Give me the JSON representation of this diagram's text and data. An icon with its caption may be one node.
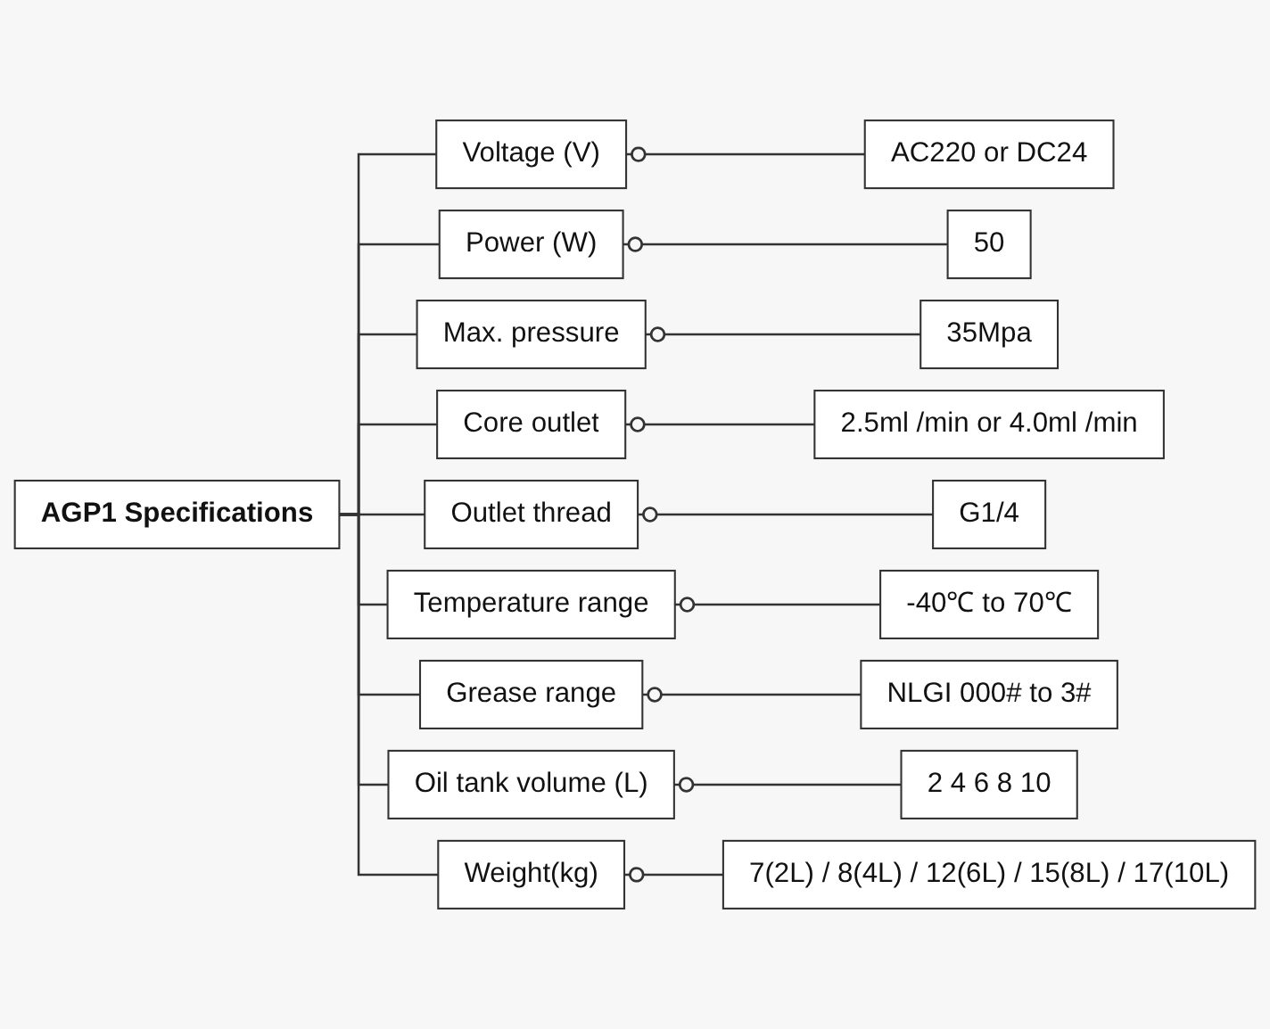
{
  "diagram": {
    "nodes": [
      {
        "text": [
          "AGP1 Specifications"
        ]
      },
      {
        "text": [
          "Voltage (V)"
        ]
      },
      {
        "text": [
          "AC220 or DC24"
        ]
      },
      {
        "text": [
          "Power (W)"
        ]
      },
      {
        "text": [
          "50"
        ]
      },
      {
        "text": [
          "Max. pressure"
        ]
      },
      {
        "text": [
          "35Mpa"
        ]
      },
      {
        "text": [
          "Core outlet"
        ]
      },
      {
        "text": [
          "2.5ml /min or 4.0ml /min"
        ]
      },
      {
        "text": [
          "Outlet thread"
        ]
      },
      {
        "text": [
          "G1/4"
        ]
      },
      {
        "text": [
          "Temperature range"
        ]
      },
      {
        "text": [
          "-40℃ to 70℃"
        ]
      },
      {
        "text": [
          "Grease range"
        ]
      },
      {
        "text": [
          "NLGI 000# to 3#"
        ]
      },
      {
        "text": [
          "Oil tank volume (L)"
        ]
      },
      {
        "text": [
          "2 4 6 8 10"
        ]
      },
      {
        "text": [
          "Weight(kg)"
        ]
      },
      {
        "text": [
          "7(2L) / 8(4L) / 12(6L) / 15(8L) / 17(10L)"
        ]
      }
    ],
    "edges": [
      {
        "from": 0,
        "to": 1,
        "arrow": "none"
      },
      {
        "from": 0,
        "to": 3,
        "arrow": "none"
      },
      {
        "from": 0,
        "to": 5,
        "arrow": "none"
      },
      {
        "from": 0,
        "to": 7,
        "arrow": "none"
      },
      {
        "from": 0,
        "to": 9,
        "arrow": "none"
      },
      {
        "from": 0,
        "to": 11,
        "arrow": "none"
      },
      {
        "from": 0,
        "to": 13,
        "arrow": "none"
      },
      {
        "from": 0,
        "to": 15,
        "arrow": "none"
      },
      {
        "from": 0,
        "to": 17,
        "arrow": "none"
      },
      {
        "from": 1,
        "to": 2,
        "arrow": "other"
      },
      {
        "from": 3,
        "to": 4,
        "arrow": "other"
      },
      {
        "from": 5,
        "to": 6,
        "arrow": "other"
      },
      {
        "from": 7,
        "to": 8,
        "arrow": "other"
      },
      {
        "from": 9,
        "to": 10,
        "arrow": "other"
      },
      {
        "from": 11,
        "to": 12,
        "arrow": "other"
      },
      {
        "from": 13,
        "to": 14,
        "arrow": "other"
      },
      {
        "from": 15,
        "to": 16,
        "arrow": "other"
      },
      {
        "from": 17,
        "to": 18,
        "arrow": "other"
      }
    ]
  }
}
